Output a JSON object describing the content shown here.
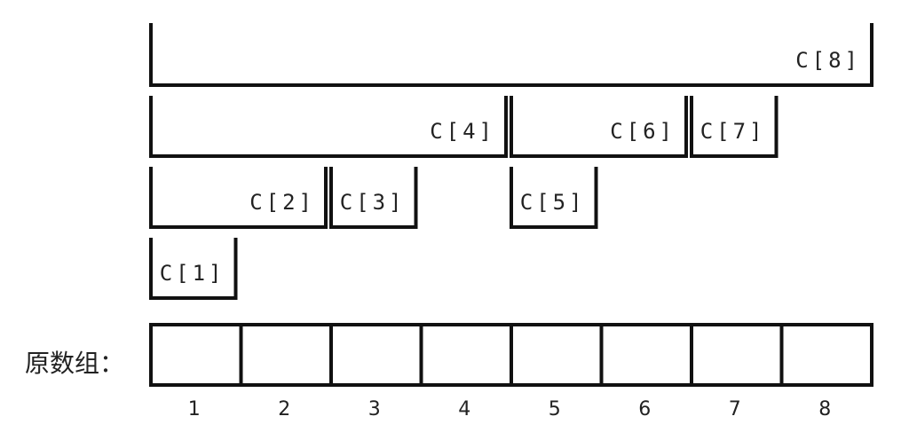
{
  "original_array": {
    "label": "原数组：",
    "indices": [
      "1",
      "2",
      "3",
      "4",
      "5",
      "6",
      "7",
      "8"
    ]
  },
  "tree_nodes": [
    {
      "label": "C[1]",
      "from": 1,
      "to": 1,
      "level": 0
    },
    {
      "label": "C[2]",
      "from": 1,
      "to": 2,
      "level": 1
    },
    {
      "label": "C[3]",
      "from": 3,
      "to": 3,
      "level": 1
    },
    {
      "label": "C[4]",
      "from": 1,
      "to": 4,
      "level": 2
    },
    {
      "label": "C[5]",
      "from": 5,
      "to": 5,
      "level": 1
    },
    {
      "label": "C[6]",
      "from": 5,
      "to": 6,
      "level": 2
    },
    {
      "label": "C[7]",
      "from": 7,
      "to": 7,
      "level": 2
    },
    {
      "label": "C[8]",
      "from": 1,
      "to": 8,
      "level": 3
    }
  ]
}
